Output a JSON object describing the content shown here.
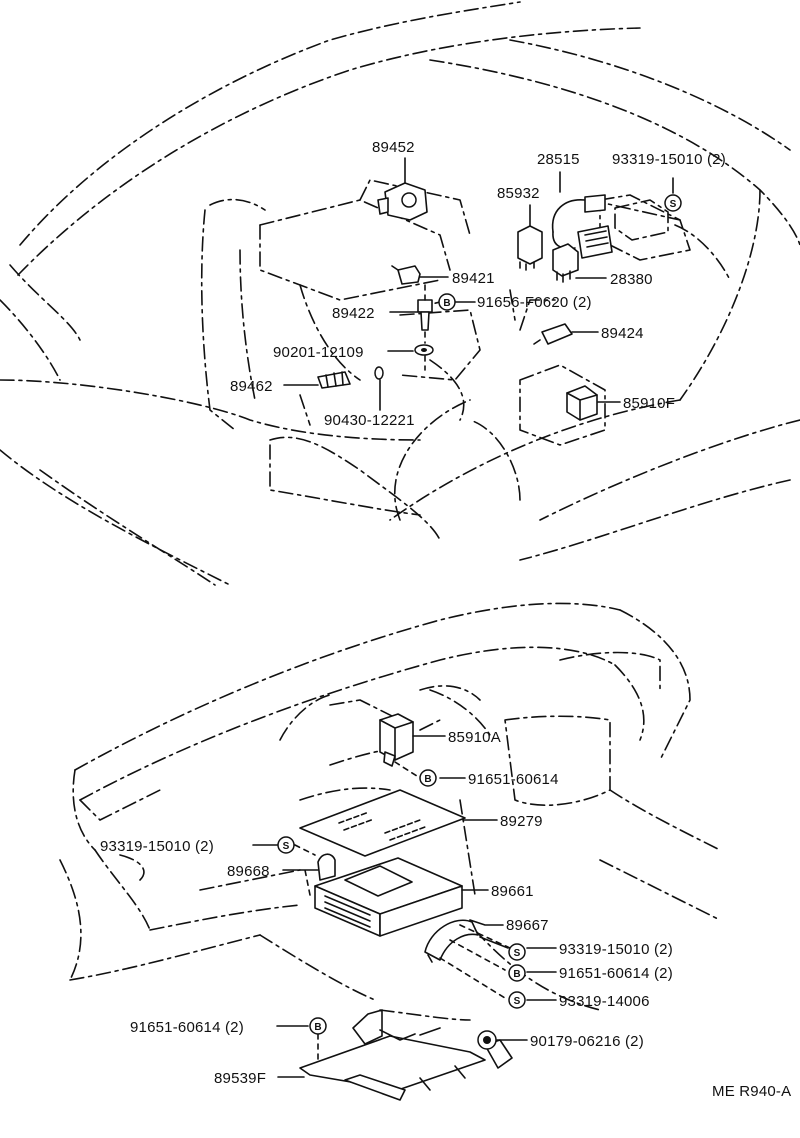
{
  "diagram": {
    "code": "ME R940-A",
    "symbols": {
      "s": "S",
      "b": "B"
    },
    "parts": {
      "p89452": "89452",
      "p28515": "28515",
      "p93319_15010_top": "93319-15010 (2)",
      "p85932": "85932",
      "p89421": "89421",
      "p28380": "28380",
      "p89422": "89422",
      "p91656": "91656-F0620 (2)",
      "p89424": "89424",
      "p90201": "90201-12109",
      "p89462": "89462",
      "p85910F": "85910F",
      "p90430": "90430-12221",
      "p85910A": "85910A",
      "p91651_60614_a": "91651-60614",
      "p89279": "89279",
      "p93319_15010_left": "93319-15010 (2)",
      "p89668": "89668",
      "p89661": "89661",
      "p89667": "89667",
      "p93319_15010_right": "93319-15010 (2)",
      "p91651_60614_right": "91651-60614 (2)",
      "p93319_14006": "93319-14006",
      "p91651_60614_left": "91651-60614 (2)",
      "p90179": "90179-06216 (2)",
      "p89539F": "89539F"
    }
  }
}
